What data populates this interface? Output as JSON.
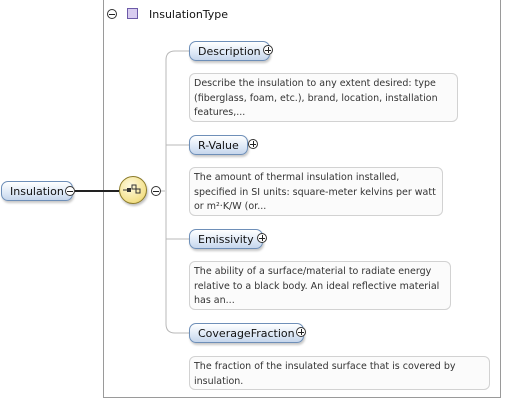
{
  "root": {
    "label": "Insulation"
  },
  "type": {
    "label": "InsulationType"
  },
  "elements": [
    {
      "label": "Description",
      "doc": "Describe the insulation to any extent desired: type (fiberglass, foam, etc.), brand, location, installation features,..."
    },
    {
      "label": "R-Value",
      "doc": "The amount of thermal insulation installed, specified in SI units: square-meter kelvins per watt or m²·K/W (or..."
    },
    {
      "label": "Emissivity",
      "doc": "The ability of a surface/material to radiate energy relative to a black body. An ideal reflective material has an..."
    },
    {
      "label": "CoverageFraction",
      "doc": "The fraction of the insulated surface that is covered by insulation."
    }
  ],
  "icons": {
    "collapse": "minus-circle-icon",
    "expand": "plus-circle-icon",
    "type": "complex-type-icon",
    "compositor": "sequence-compositor-icon"
  },
  "colors": {
    "pill_border": "#6e8fb8",
    "pill_fill": "#dde8f6",
    "compositor_fill": "#f3e08a",
    "type_icon": "#d8ccf0"
  }
}
